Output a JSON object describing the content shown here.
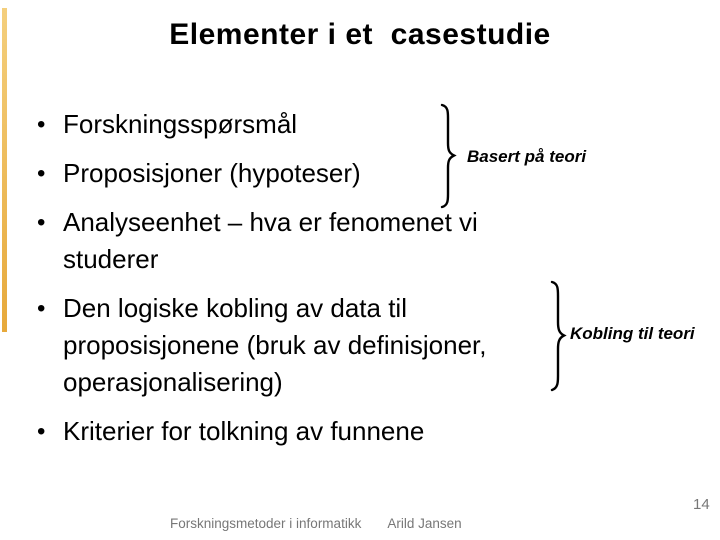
{
  "slide": {
    "title": "Elementer i et  casestudie",
    "bullet_char": "•",
    "bullets": [
      {
        "lines": [
          "Forskningsspørsmål"
        ]
      },
      {
        "lines": [
          "Proposisjoner (hypoteser)"
        ]
      },
      {
        "lines": [
          "Analyseenhet – hva er fenomenet vi",
          "studerer"
        ]
      },
      {
        "lines": [
          "Den logiske kobling av data til",
          "proposisjonene (bruk av definisjoner,",
          "operasjonalisering)"
        ]
      },
      {
        "lines": [
          "Kriterier for tolkning av funnene"
        ]
      }
    ],
    "annotations": [
      {
        "label": "Basert på teori"
      },
      {
        "label": "Kobling til teori"
      }
    ],
    "footer": {
      "course": "Forskningsmetoder i informatikk",
      "author": "Arild Jansen",
      "page_number": "14"
    },
    "colors": {
      "accent_bar": "#E8AB3E",
      "footer_text": "#777777",
      "body_text": "#000000"
    }
  }
}
